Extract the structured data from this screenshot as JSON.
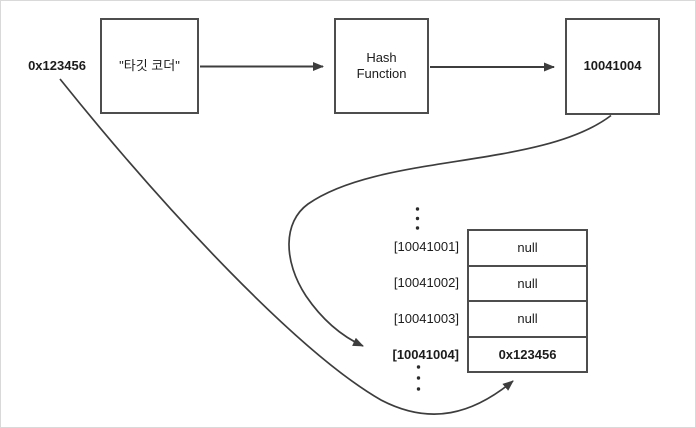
{
  "page": {
    "background_color": "#ffffff",
    "frame_border_color": "#d9d9d9"
  },
  "flow": {
    "input_label": "0x123456",
    "target_box_label": "\"타깃 코더\"",
    "hash_box_label": "Hash Function",
    "result_box_label": "10041004"
  },
  "bucket_array": {
    "rows": [
      {
        "index": "[10041001]",
        "value": "null"
      },
      {
        "index": "[10041002]",
        "value": "null"
      },
      {
        "index": "[10041003]",
        "value": "null"
      },
      {
        "index": "[10041004]",
        "value": "0x123456"
      }
    ]
  },
  "icons": {
    "arrowhead": "filled-triangle",
    "vertical_ellipsis": "⋮"
  },
  "colors": {
    "line": "#3d3d3d",
    "box_border": "#4d4d4d",
    "text": "#1c1c1c"
  }
}
